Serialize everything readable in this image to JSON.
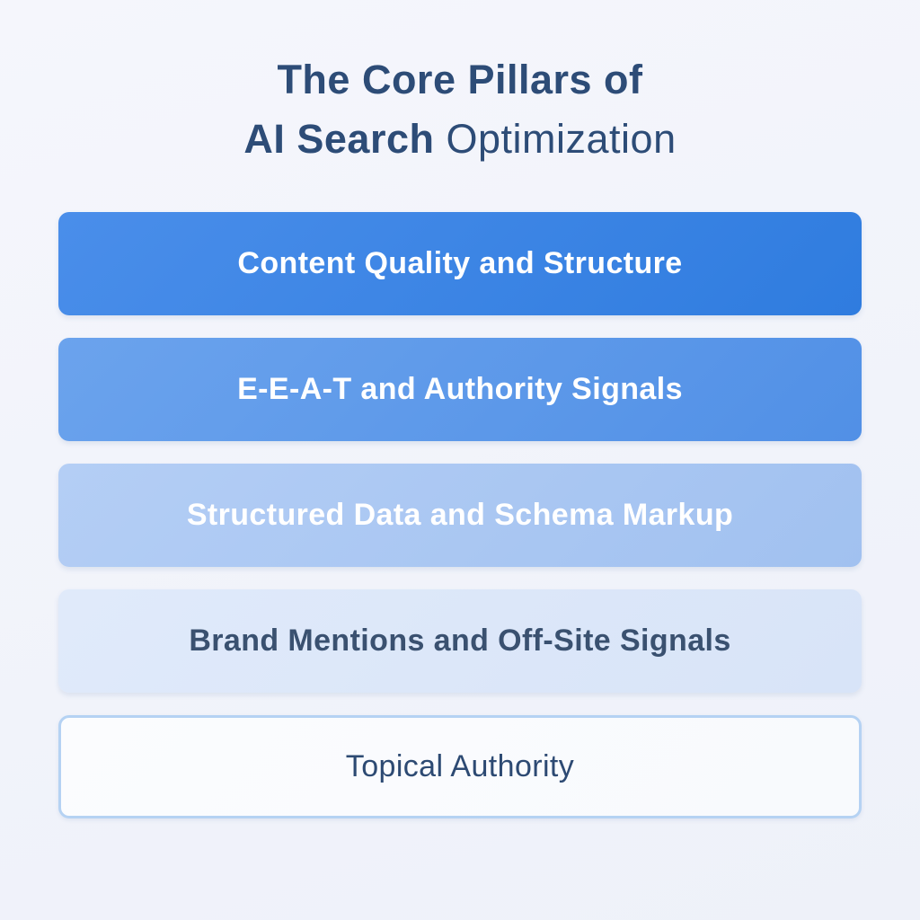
{
  "title": {
    "line1": "The Core Pillars of",
    "line2_bold": "AI Search",
    "line2_regular": " Optimization",
    "color": "#2d4c77"
  },
  "pillars": [
    {
      "label": "Content Quality and Structure",
      "gradient": [
        "#4a8eea",
        "#2f7cdf"
      ],
      "text_color": "#ffffff"
    },
    {
      "label": "E-E-A-T and Authority Signals",
      "gradient": [
        "#6ba3ed",
        "#5190e6"
      ],
      "text_color": "#ffffff"
    },
    {
      "label": "Structured Data and Schema Markup",
      "gradient": [
        "#b4cef5",
        "#a1c1f0"
      ],
      "text_color": "#ffffff"
    },
    {
      "label": "Brand Mentions and Off-Site Signals",
      "gradient": [
        "#e0eafa",
        "#d8e4f8"
      ],
      "text_color": "#3a5170"
    },
    {
      "label": "Topical Authority",
      "gradient": [
        "#fbfcfe",
        "#f8fafd"
      ],
      "text_color": "#2d4a73",
      "border_color": "#b5d2f3"
    }
  ],
  "background_color": "#f1f3fa"
}
